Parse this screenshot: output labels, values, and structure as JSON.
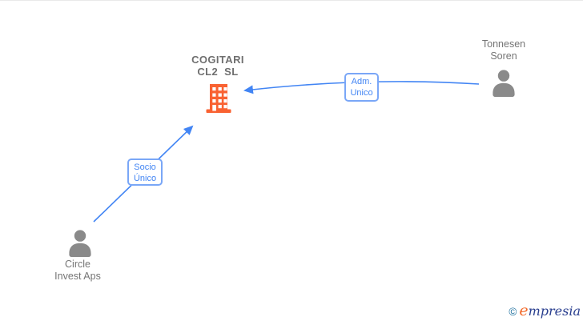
{
  "diagram": {
    "company": {
      "name": "COGITARI CL2 SL",
      "line1": "COGITARI",
      "line2": "CL2  SL"
    },
    "persons": [
      {
        "name": "Tonnesen Soren",
        "line1": "Tonnesen",
        "line2": "Soren"
      },
      {
        "name": "Circle Invest Aps",
        "line1": "Circle",
        "line2": "Invest Aps"
      }
    ],
    "relations": [
      {
        "label": "Adm. Unico",
        "label_line1": "Adm.",
        "label_line2": "Unico",
        "from": "Tonnesen Soren",
        "to": "COGITARI CL2 SL"
      },
      {
        "label": "Socio Único",
        "label_line1": "Socio",
        "label_line2": "Único",
        "from": "Circle Invest Aps",
        "to": "COGITARI CL2 SL"
      }
    ]
  },
  "footer": {
    "copyright": "©",
    "brand_first_letter": "e",
    "brand_rest": "mpresia"
  },
  "colors": {
    "building_orange": "#f96232",
    "line_blue": "#4285f4",
    "label_border_blue": "#7aa7f7",
    "label_text_blue": "#4285f4",
    "node_text_gray": "#757575",
    "person_icon_gray": "#8a8a8a",
    "brand_orange": "#f26a2b",
    "brand_navy": "#2a3f8f",
    "brand_teal": "#1c6f9e"
  }
}
